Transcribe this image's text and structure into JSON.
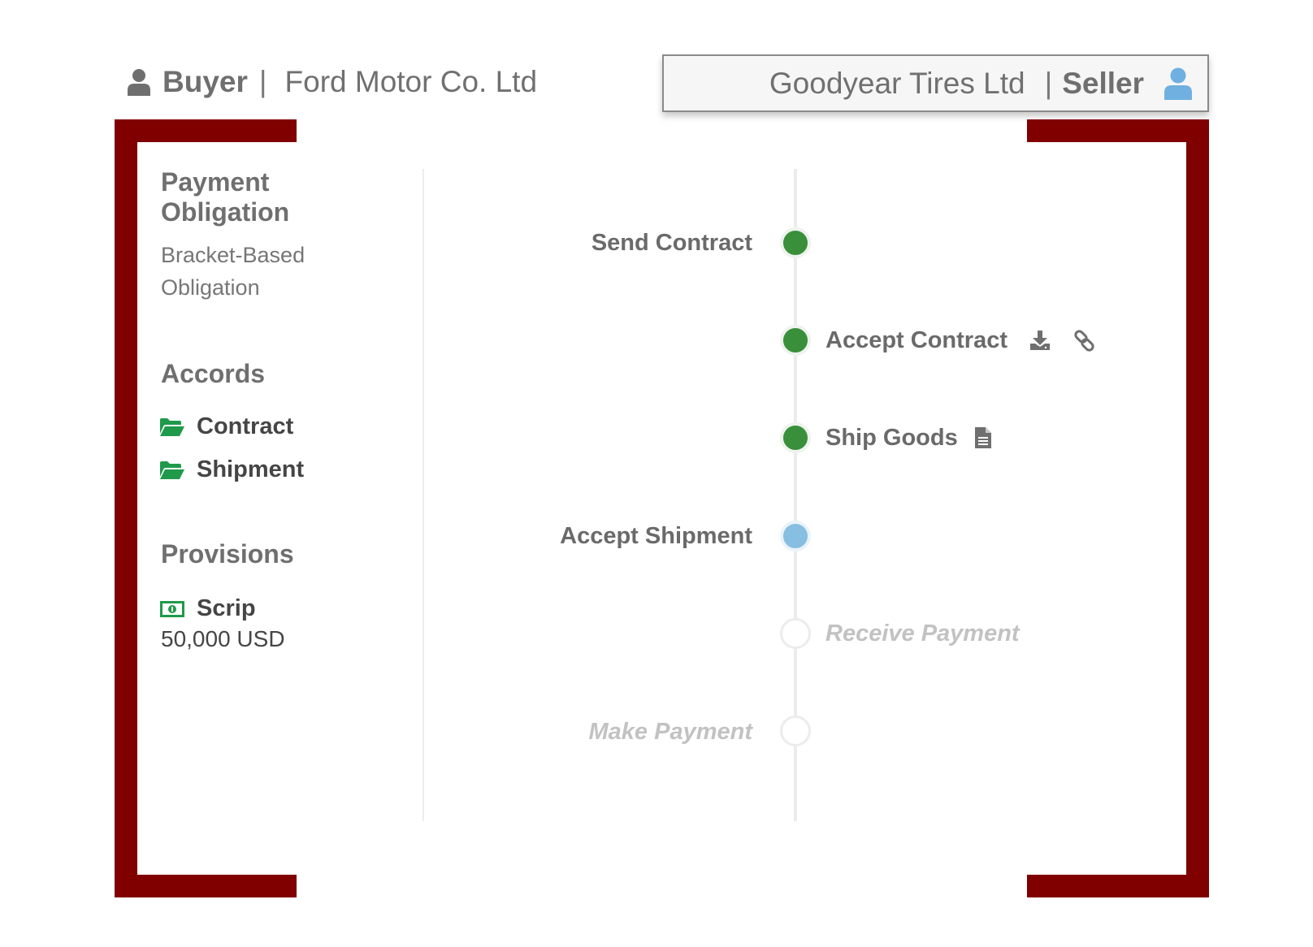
{
  "header": {
    "buyer": {
      "role": "Buyer",
      "separator": "|",
      "name": "Ford Motor Co. Ltd"
    },
    "seller": {
      "name": "Goodyear Tires Ltd",
      "separator": "|",
      "role": "Seller"
    }
  },
  "sidebar": {
    "obligation_title": "Payment Obligation",
    "obligation_type": "Bracket-Based Obligation",
    "accords_title": "Accords",
    "accords": [
      {
        "label": "Contract"
      },
      {
        "label": "Shipment"
      }
    ],
    "provisions_title": "Provisions",
    "provision": {
      "label": "Scrip",
      "amount": "50,000 USD"
    }
  },
  "timeline": {
    "steps": [
      {
        "label": "Send Contract",
        "side": "left",
        "status": "done"
      },
      {
        "label": "Accept Contract",
        "side": "right",
        "status": "done",
        "icons": [
          "download-icon",
          "link-icon"
        ]
      },
      {
        "label": "Ship Goods",
        "side": "right",
        "status": "done",
        "icons": [
          "document-icon"
        ]
      },
      {
        "label": "Accept Shipment",
        "side": "left",
        "status": "active"
      },
      {
        "label": "Receive Payment",
        "side": "right",
        "status": "pending"
      },
      {
        "label": "Make Payment",
        "side": "left",
        "status": "pending"
      }
    ]
  },
  "colors": {
    "bracket": "#800000",
    "done": "#3a8f3a",
    "active": "#86bfe2",
    "folder": "#1f9a4a",
    "seller_icon": "#6fb0e0"
  }
}
